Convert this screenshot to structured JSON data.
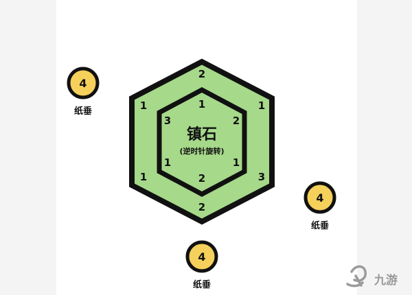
{
  "center": {
    "title": "镇石",
    "subtitle": "(逆时针旋转)"
  },
  "outer_ring": {
    "top": "2",
    "upper_left": "1",
    "upper_right": "1",
    "lower_left": "1",
    "lower_right": "3",
    "bottom": "2"
  },
  "inner_ring": {
    "top": "1",
    "upper_left": "3",
    "upper_right": "2",
    "lower_left": "1",
    "lower_right": "1",
    "bottom": "2"
  },
  "tokens": [
    {
      "value": "4",
      "label": "纸垂"
    },
    {
      "value": "4",
      "label": "纸垂"
    },
    {
      "value": "4",
      "label": "纸垂"
    }
  ],
  "watermark": {
    "text": "九游",
    "color": "#9a9a9a"
  },
  "colors": {
    "hex_fill": "#a6d98a",
    "token_fill": "#f5d05b",
    "outline": "#111111"
  }
}
